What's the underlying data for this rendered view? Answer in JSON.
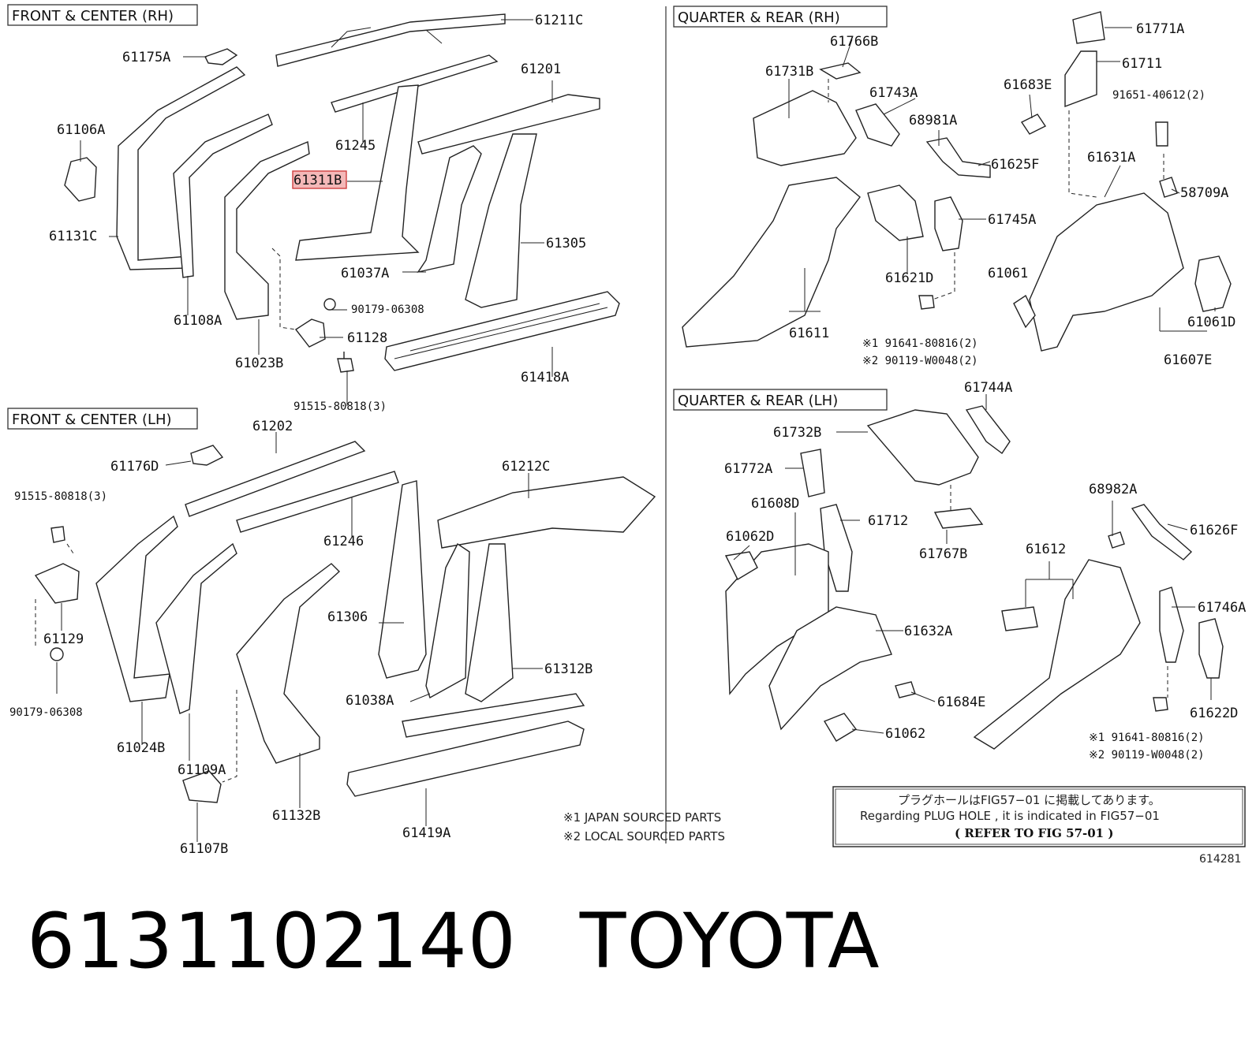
{
  "sections": {
    "front_rh": "FRONT & CENTER (RH)",
    "front_lh": "FRONT & CENTER (LH)",
    "quarter_rh": "QUARTER  &  REAR (RH)",
    "quarter_lh": "QUARTER  &  REAR (LH)"
  },
  "parts": {
    "front_rh": [
      "61211C",
      "61175A",
      "61201",
      "61106A",
      "61245",
      "61311B",
      "61131C",
      "61305",
      "61037A",
      "61108A",
      "90179-06308",
      "61128",
      "61023B",
      "61418A",
      "91515-80818(3)"
    ],
    "front_lh": [
      "61202",
      "61176D",
      "91515-80818(3)",
      "61212C",
      "61246",
      "61129",
      "61306",
      "61312B",
      "61038A",
      "90179-06308",
      "61024B",
      "61109A",
      "61132B",
      "61419A",
      "61107B"
    ],
    "quarter_rh": [
      "61766B",
      "61771A",
      "61731B",
      "61711",
      "61743A",
      "61683E",
      "91651-40612(2)",
      "68981A",
      "61625F",
      "61631A",
      "58709A",
      "61745A",
      "61621D",
      "61061",
      "61061D",
      "61611",
      "61607E"
    ],
    "quarter_lh": [
      "61744A",
      "61732B",
      "61772A",
      "61608D",
      "61712",
      "68982A",
      "61062D",
      "61767B",
      "61626F",
      "61612",
      "61746A",
      "61632A",
      "61684E",
      "61622D",
      "61062"
    ]
  },
  "callouts": {
    "rh_j": "※1 91641-80816(2)",
    "rh_l": "※2 90119-W0048(2)",
    "lh_j": "※1 91641-80816(2)",
    "lh_l": "※2 90119-W0048(2)"
  },
  "legend": {
    "japan": "※1 JAPAN SOURCED PARTS",
    "local": "※2 LOCAL SOURCED PARTS"
  },
  "note": {
    "jp": "プラグホールはFIG57−01 に掲載してあります。",
    "en": "Regarding  PLUG HOLE , it is  indicated  in  FIG57−01",
    "ref": "(   REFER TO FIG 57-01 )"
  },
  "figure_number": "614281",
  "highlighted_part": "61311B",
  "footer": {
    "part_number": "6131102140",
    "brand": "TOYOTA"
  },
  "colors": {
    "highlight_fill": "#f4b8b8",
    "highlight_stroke": "#d04040"
  }
}
